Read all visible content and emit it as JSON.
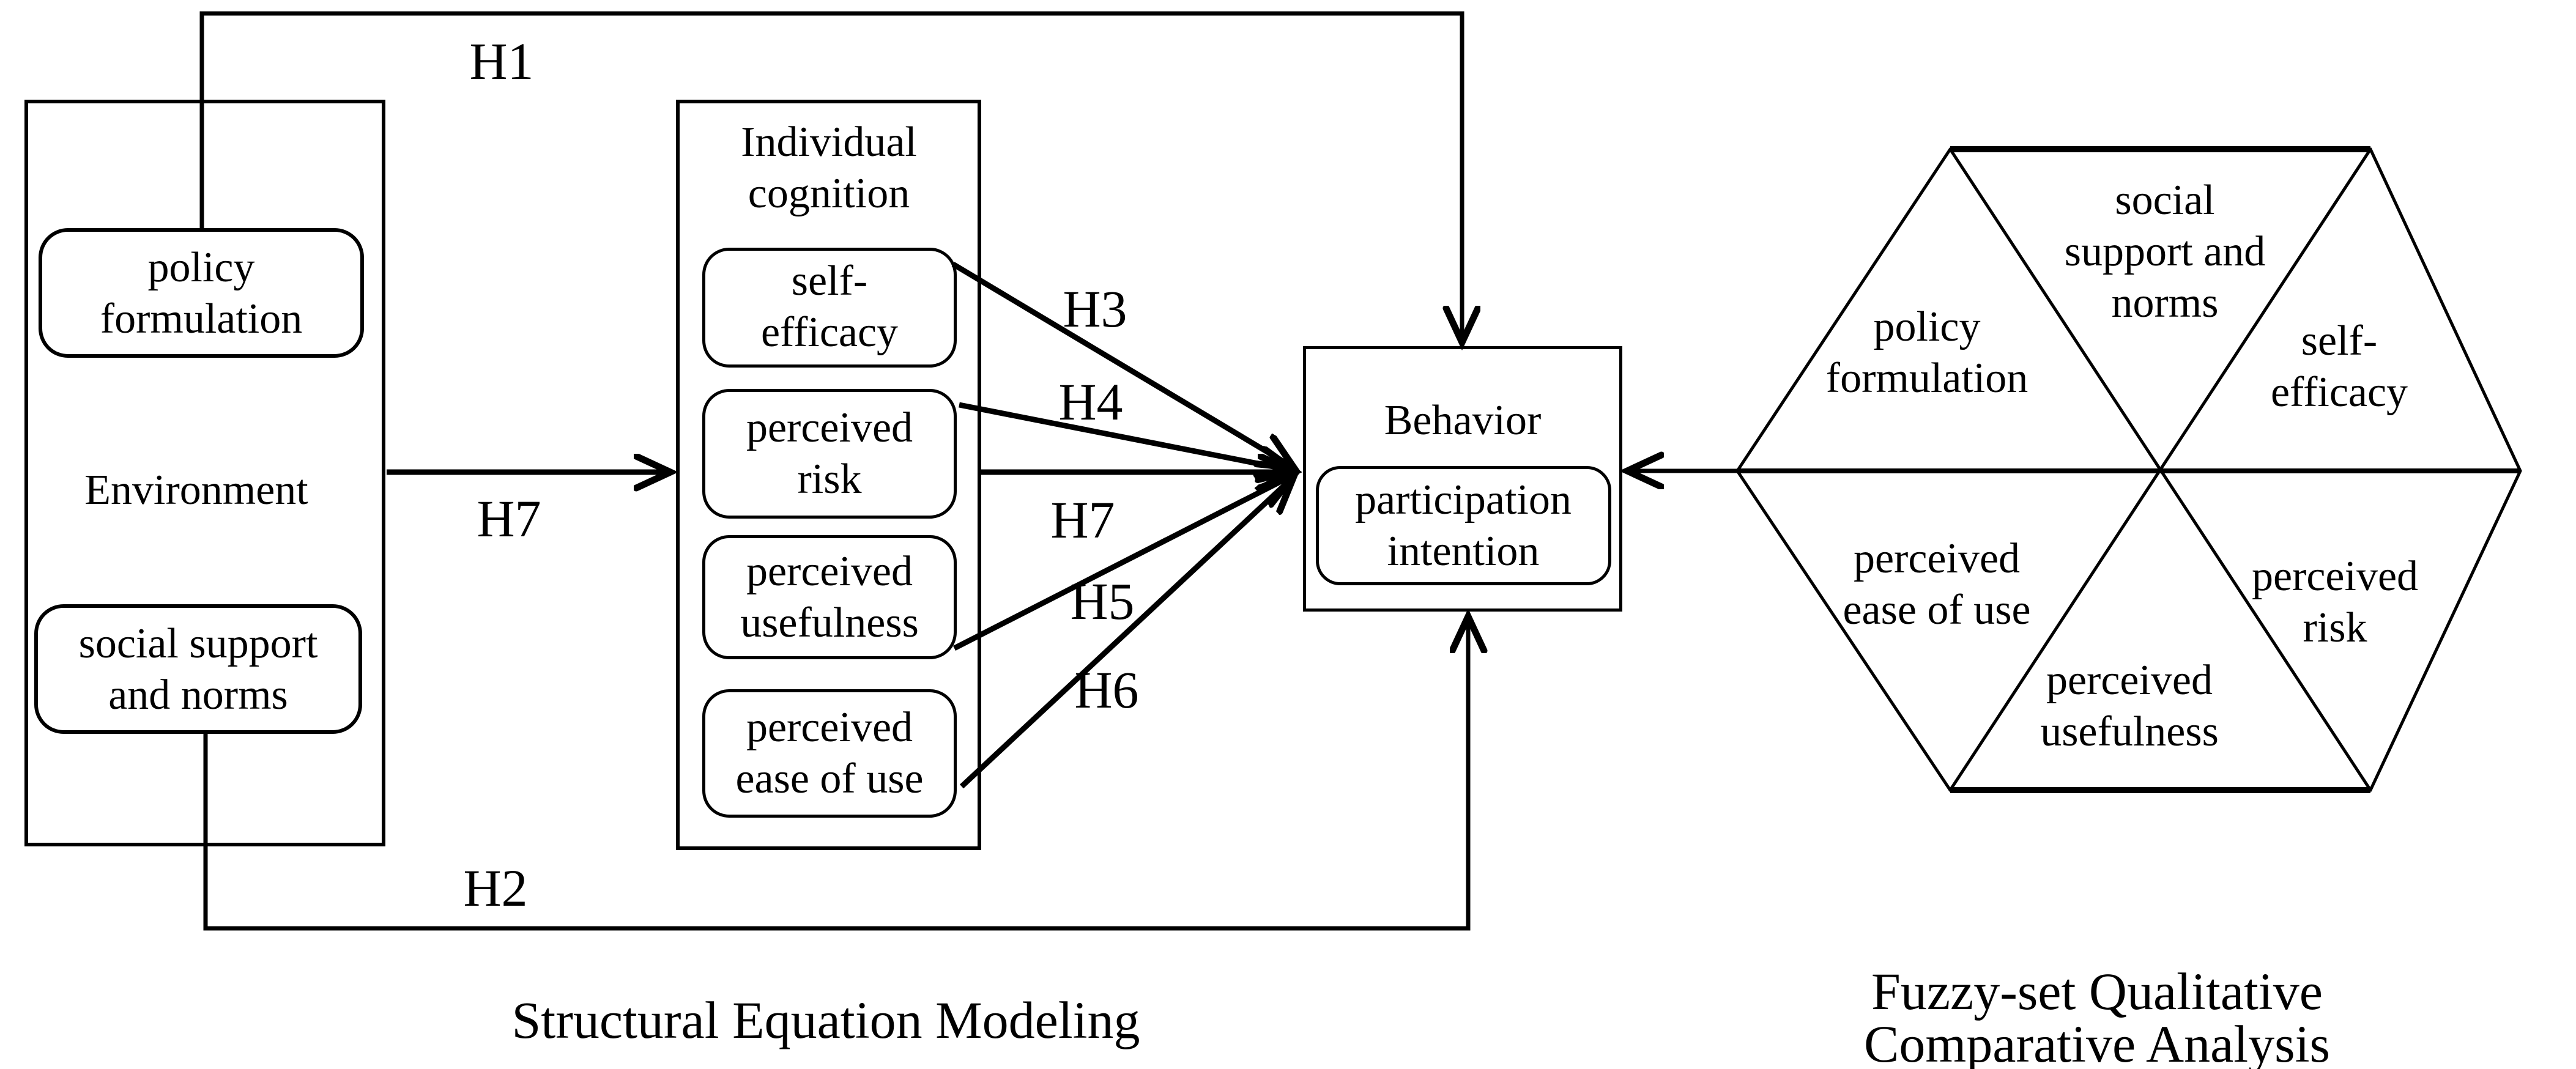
{
  "figure": {
    "sem_caption": "Structural Equation Modeling",
    "fsqca_caption": "Fuzzy-set Qualitative Comparative Analysis"
  },
  "sem": {
    "environment": {
      "title": "Environment",
      "policy_formulation": "policy\nformulation",
      "social_support_and_norms": "social support\nand norms"
    },
    "individual_cognition": {
      "title": "Individual\ncognition",
      "self_efficacy": "self-\nefficacy",
      "perceived_risk": "perceived\nrisk",
      "perceived_usefulness": "perceived\nusefulness",
      "perceived_ease_of_use": "perceived\nease of use"
    },
    "behavior": {
      "title": "Behavior",
      "participation_intention": "participation\nintention"
    },
    "hypothesis_labels": {
      "h1": "H1",
      "h2": "H2",
      "h3": "H3",
      "h4": "H4",
      "h5": "H5",
      "h6": "H6",
      "h7_environment": "H7",
      "h7_cognition": "H7"
    }
  },
  "fsqca": {
    "segments": {
      "policy_formulation": "policy\nformulation",
      "social_support_and_norms": "social\nsupport and\nnorms",
      "self_efficacy": "self-\nefficacy",
      "perceived_ease_of_use": "perceived\nease of use",
      "perceived_usefulness": "perceived\nusefulness",
      "perceived_risk": "perceived\nrisk"
    }
  },
  "colors": {
    "ink": "#000000",
    "background": "#ffffff"
  }
}
